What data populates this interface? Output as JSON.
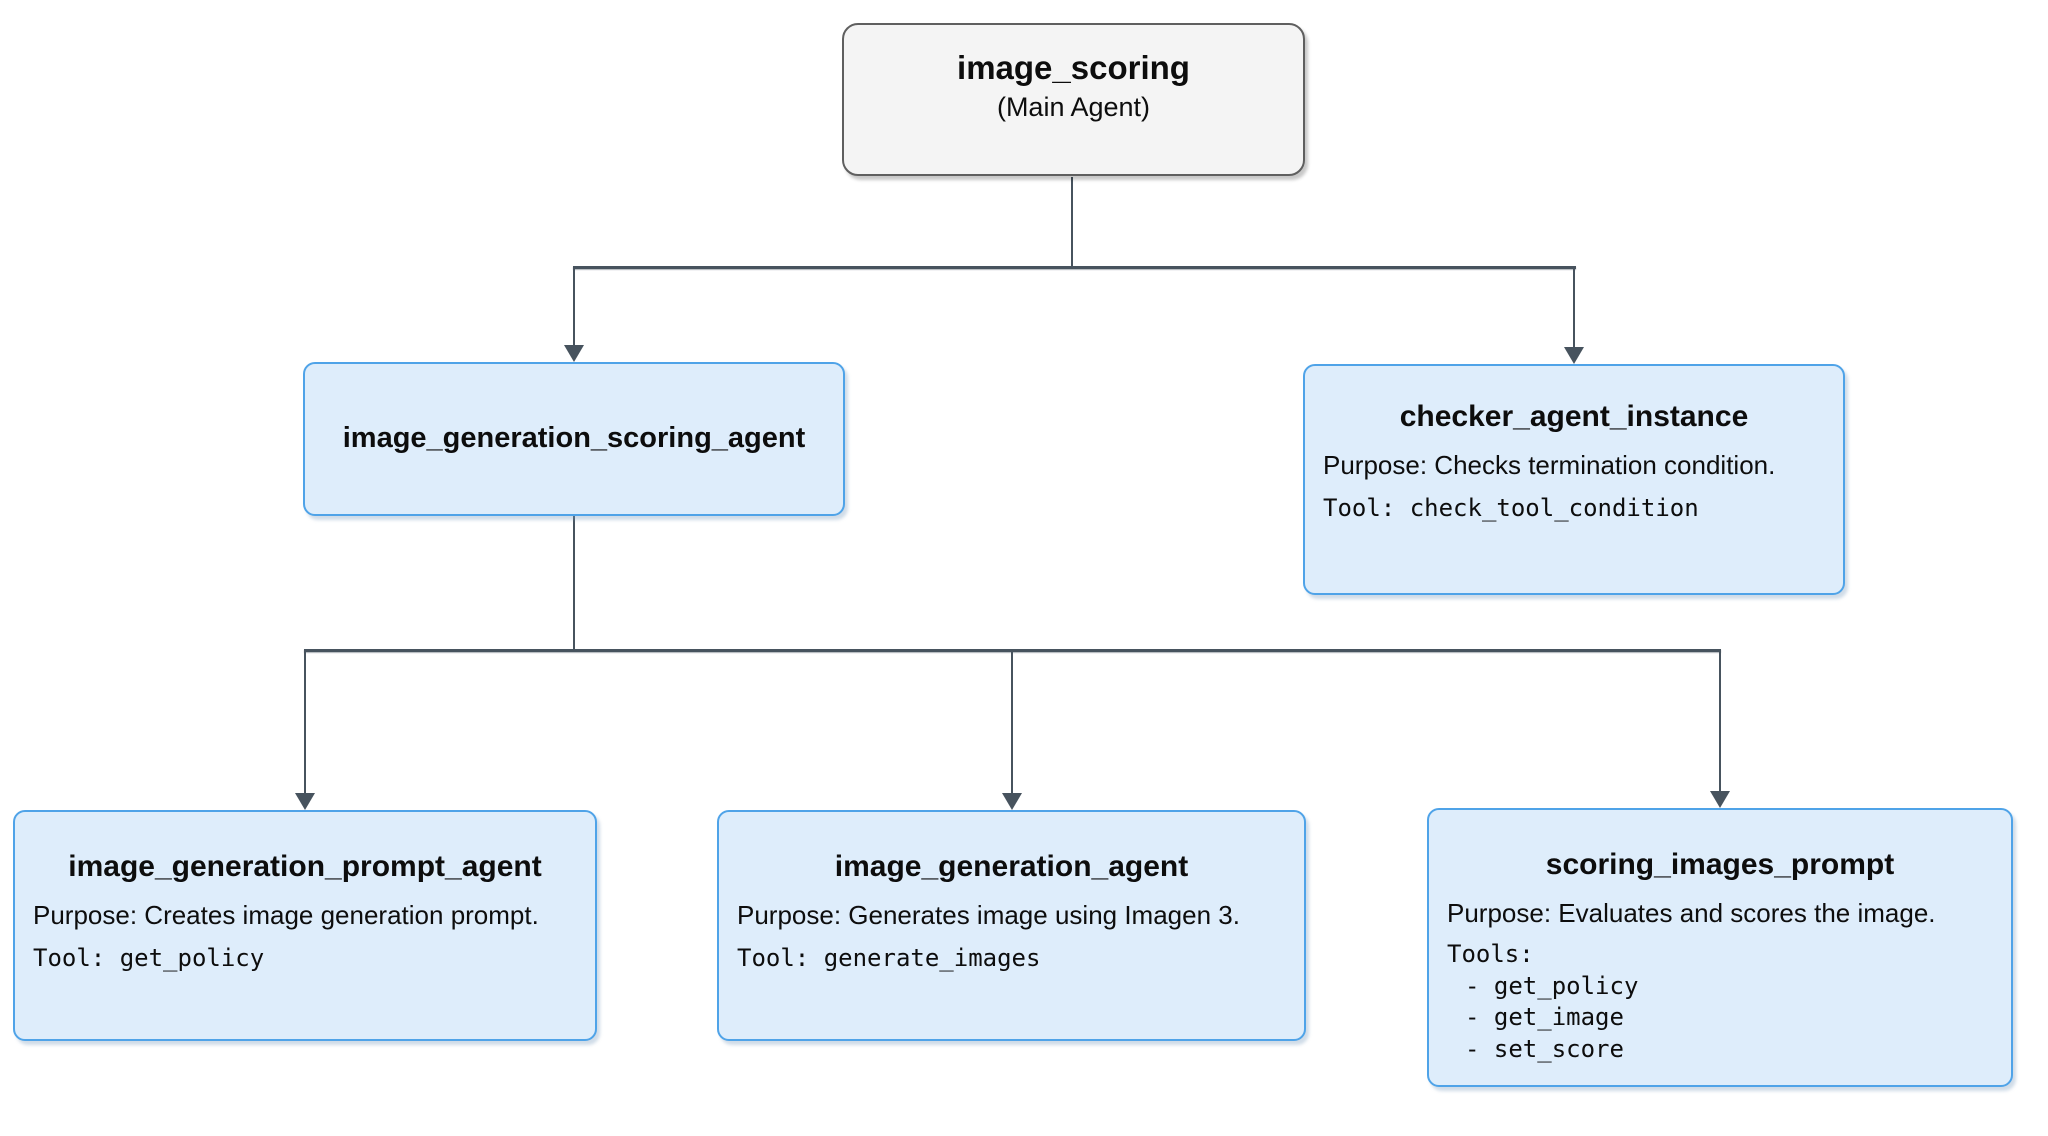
{
  "diagram": {
    "kind": "agent-hierarchy-flowchart",
    "nodes": {
      "image_scoring": {
        "title": "image_scoring",
        "subtitle": "(Main Agent)"
      },
      "image_generation_scoring_agent": {
        "title": "image_generation_scoring_agent"
      },
      "checker_agent_instance": {
        "title": "checker_agent_instance",
        "purpose": "Purpose: Checks termination condition.",
        "tool": "Tool: check_tool_condition"
      },
      "image_generation_prompt_agent": {
        "title": "image_generation_prompt_agent",
        "purpose": "Purpose: Creates image generation prompt.",
        "tool": "Tool: get_policy"
      },
      "image_generation_agent": {
        "title": "image_generation_agent",
        "purpose": "Purpose: Generates image using Imagen 3.",
        "tool": "Tool: generate_images"
      },
      "scoring_images_prompt": {
        "title": "scoring_images_prompt",
        "purpose": "Purpose: Evaluates and scores the image.",
        "tools_label": "Tools:",
        "tools": [
          "- get_policy",
          "- get_image",
          "- set_score"
        ]
      }
    },
    "edges": [
      {
        "from": "image_scoring",
        "to": "image_generation_scoring_agent"
      },
      {
        "from": "image_scoring",
        "to": "checker_agent_instance"
      },
      {
        "from": "image_generation_scoring_agent",
        "to": "image_generation_prompt_agent"
      },
      {
        "from": "image_generation_scoring_agent",
        "to": "image_generation_agent"
      },
      {
        "from": "image_generation_scoring_agent",
        "to": "scoring_images_prompt"
      }
    ]
  },
  "colors": {
    "node_fill_blue": "#deedfb",
    "node_border_blue": "#4fa3e8",
    "node_fill_gray": "#f4f4f4",
    "node_border_gray": "#5f5f5f",
    "connector": "#47535e",
    "text": "#0d0d0d"
  }
}
